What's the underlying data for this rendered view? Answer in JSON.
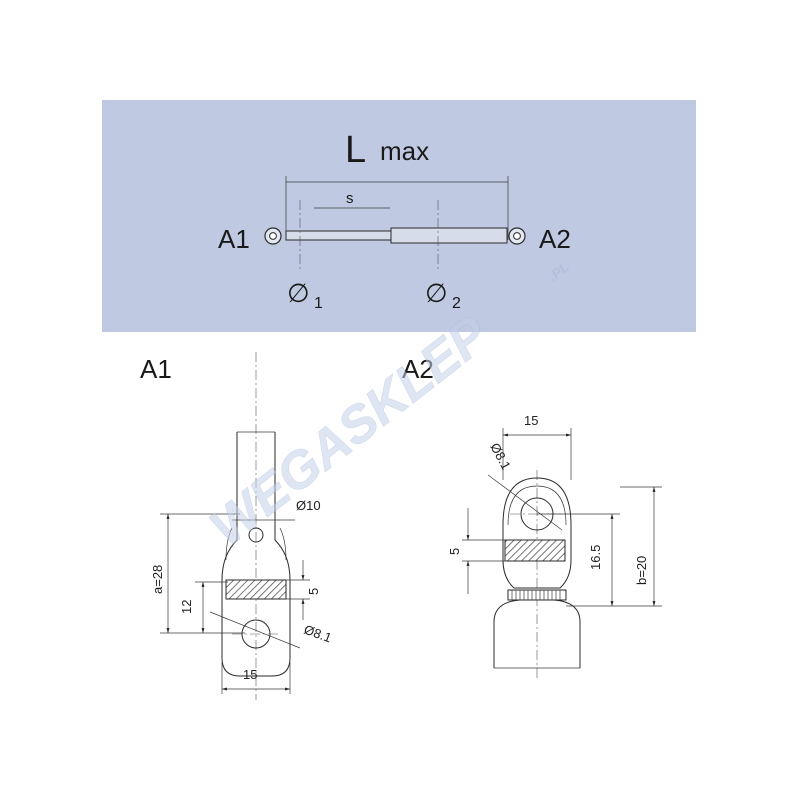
{
  "colors": {
    "panel_bg": "#bfc9e1",
    "line": "#2a2a2a",
    "hatch": "#555555",
    "watermark": "#c5d2ea"
  },
  "overview": {
    "length_label": "L",
    "length_suffix": "max",
    "stroke_label": "s",
    "end_left": "A1",
    "end_right": "A2",
    "dia1_symbol": "∅",
    "dia1_sub": "1",
    "dia2_symbol": "∅",
    "dia2_sub": "2"
  },
  "a1": {
    "title": "A1",
    "dim_rod": "Ø10",
    "dim_a": "a=28",
    "dim_12": "12",
    "dim_5": "5",
    "dim_hole": "Ø8.1",
    "dim_width": "15"
  },
  "a2": {
    "title": "A2",
    "dim_width": "15",
    "dim_hole": "Ø8.1",
    "dim_5": "5",
    "dim_16": "16.5",
    "dim_b": "b=20"
  },
  "watermark": {
    "text": "WEGASKLEP",
    "suffix": ".PL"
  }
}
